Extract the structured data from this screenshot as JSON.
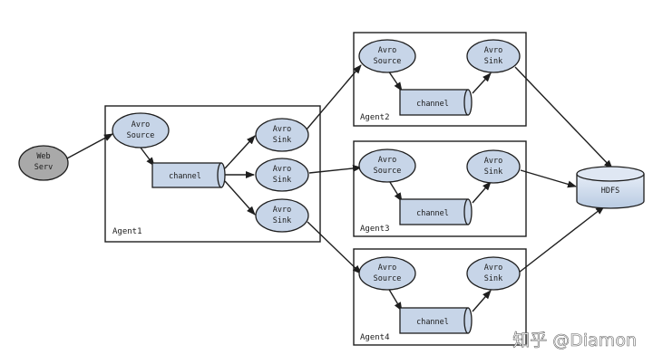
{
  "nodes": {
    "web_serv": [
      "Web",
      "Serv"
    ],
    "agent1": {
      "label": "Agent1",
      "source": [
        "Avro",
        "Source"
      ],
      "channel": "channel",
      "sinks": [
        [
          "Avro",
          "Sink"
        ],
        [
          "Avro",
          "Sink"
        ],
        [
          "Avro",
          "Sink"
        ]
      ]
    },
    "agent2": {
      "label": "Agent2",
      "source": [
        "Avro",
        "Source"
      ],
      "channel": "channel",
      "sink": [
        "Avro",
        "Sink"
      ]
    },
    "agent3": {
      "label": "Agent3",
      "source": [
        "Avro",
        "Source"
      ],
      "channel": "channel",
      "sink": [
        "Avro",
        "Sink"
      ]
    },
    "agent4": {
      "label": "Agent4",
      "source": [
        "Avro",
        "Source"
      ],
      "channel": "channel",
      "sink": [
        "Avro",
        "Sink"
      ]
    },
    "hdfs": "HDFS"
  },
  "watermark": "知乎 @Diamon",
  "colors": {
    "node_fill": "#c7d5e8",
    "web_serv_fill": "#a9a9a9",
    "stroke": "#1e1e1e",
    "background": "#ffffff"
  }
}
